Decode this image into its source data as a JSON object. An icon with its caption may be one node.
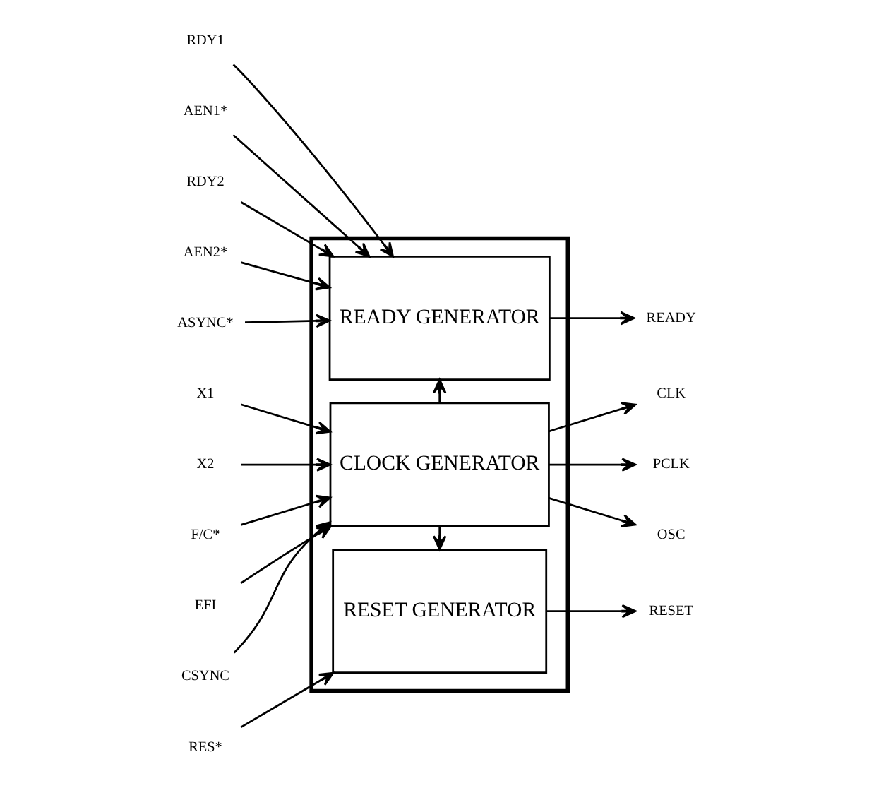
{
  "diagram": {
    "nodes": [
      {
        "text": [],
        "shape": "box"
      },
      {
        "text": [
          "READY GENERATOR"
        ],
        "in": 0
      },
      {
        "text": [
          "CLOCK GENERATOR"
        ],
        "in": 0
      },
      {
        "text": [
          "RESET GENERATOR"
        ],
        "in": 0
      },
      {
        "text": [
          "RDY1"
        ]
      },
      {
        "text": [
          "AEN1*"
        ]
      },
      {
        "text": [
          "RDY2"
        ]
      },
      {
        "text": [
          "AEN2*"
        ]
      },
      {
        "text": [
          "ASYNC*"
        ]
      },
      {
        "text": [
          "X1"
        ]
      },
      {
        "text": [
          "X2"
        ]
      },
      {
        "text": [
          "F/C*"
        ]
      },
      {
        "text": [
          "EFI"
        ]
      },
      {
        "text": [
          "CSYNC"
        ]
      },
      {
        "text": [
          "RES*"
        ]
      },
      {
        "text": [
          "READY"
        ]
      },
      {
        "text": [
          "CLK"
        ]
      },
      {
        "text": [
          "PCLK"
        ]
      },
      {
        "text": [
          "OSC"
        ]
      },
      {
        "text": [
          "RESET"
        ]
      }
    ],
    "edges": [
      {
        "from": 4,
        "to": 1,
        "arrow": "to"
      },
      {
        "from": 5,
        "to": 1,
        "arrow": "to"
      },
      {
        "from": 6,
        "to": 1,
        "arrow": "to"
      },
      {
        "from": 7,
        "to": 1,
        "arrow": "to"
      },
      {
        "from": 8,
        "to": 1,
        "arrow": "to"
      },
      {
        "from": 9,
        "to": 2,
        "arrow": "to"
      },
      {
        "from": 10,
        "to": 2,
        "arrow": "to"
      },
      {
        "from": 11,
        "to": 2,
        "arrow": "to"
      },
      {
        "from": 12,
        "to": 2,
        "arrow": "to"
      },
      {
        "from": 13,
        "to": 2,
        "arrow": "to"
      },
      {
        "from": 2,
        "to": 1,
        "arrow": "to"
      },
      {
        "from": 2,
        "to": 3,
        "arrow": "to"
      },
      {
        "from": 14,
        "to": 3,
        "arrow": "to"
      },
      {
        "from": 1,
        "to": 15,
        "arrow": "to"
      },
      {
        "from": 2,
        "to": 16,
        "arrow": "to"
      },
      {
        "from": 2,
        "to": 17,
        "arrow": "to"
      },
      {
        "from": 2,
        "to": 18,
        "arrow": "to"
      },
      {
        "from": 3,
        "to": 19,
        "arrow": "to"
      }
    ]
  }
}
